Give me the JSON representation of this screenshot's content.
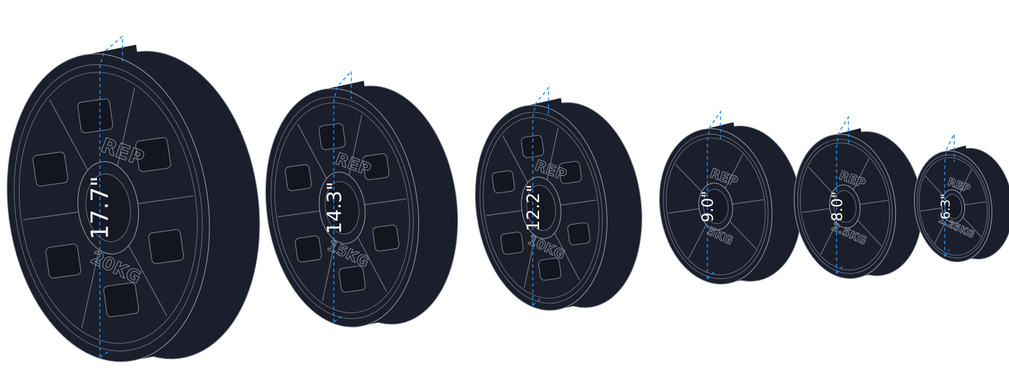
{
  "colors": {
    "plate": "#1b1e2b",
    "edge": "#9aa0ad",
    "dimension_line": "#1f8ff0",
    "label": "#ffffff"
  },
  "plates": [
    {
      "diameter": "17.7\"",
      "weight": "20KG",
      "logo": "REP"
    },
    {
      "diameter": "14.3\"",
      "weight": "15KG",
      "logo": "REP"
    },
    {
      "diameter": "12.2\"",
      "weight": "10KG",
      "logo": "REP"
    },
    {
      "diameter": "9.0\"",
      "weight": "5KG",
      "logo": "REP"
    },
    {
      "diameter": "8.0\"",
      "weight": "2.5KG",
      "logo": "REP"
    },
    {
      "diameter": "6.3\"",
      "weight": "1.25KG",
      "logo": "REP"
    }
  ]
}
